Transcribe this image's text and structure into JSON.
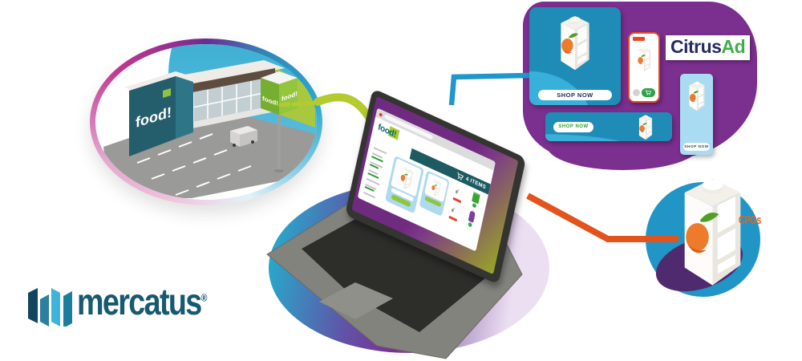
{
  "store_bubble": {
    "storefront_sign": "food!",
    "pole_sign_front": "food!",
    "pole_sign_side": "food!"
  },
  "laptop_site": {
    "logo": "food!",
    "cart_label": "4 ITEMS"
  },
  "ads": {
    "logo_part1": "Citrus",
    "logo_part2": "Ad",
    "large_card_cta": "SHOP NOW",
    "horizontal_banner_cta": "SHOP NOW",
    "vertical_banner_cta": "SHOP NOW"
  },
  "brand_label": {
    "text": "CPGs"
  },
  "mercatus": {
    "name": "mercatus",
    "registered": "®"
  },
  "colors": {
    "ad_teal": "#2095c6",
    "purple_blob": "#7b2f8f",
    "lime_connector": "#b3cb2f",
    "blue_connector": "#2097c9",
    "orange_connector": "#e2541c",
    "citrus_navy": "#252b63",
    "citrus_green": "#3fae49",
    "mercatus_teal": "#17596f",
    "site_header_teal": "#1d5a62"
  }
}
